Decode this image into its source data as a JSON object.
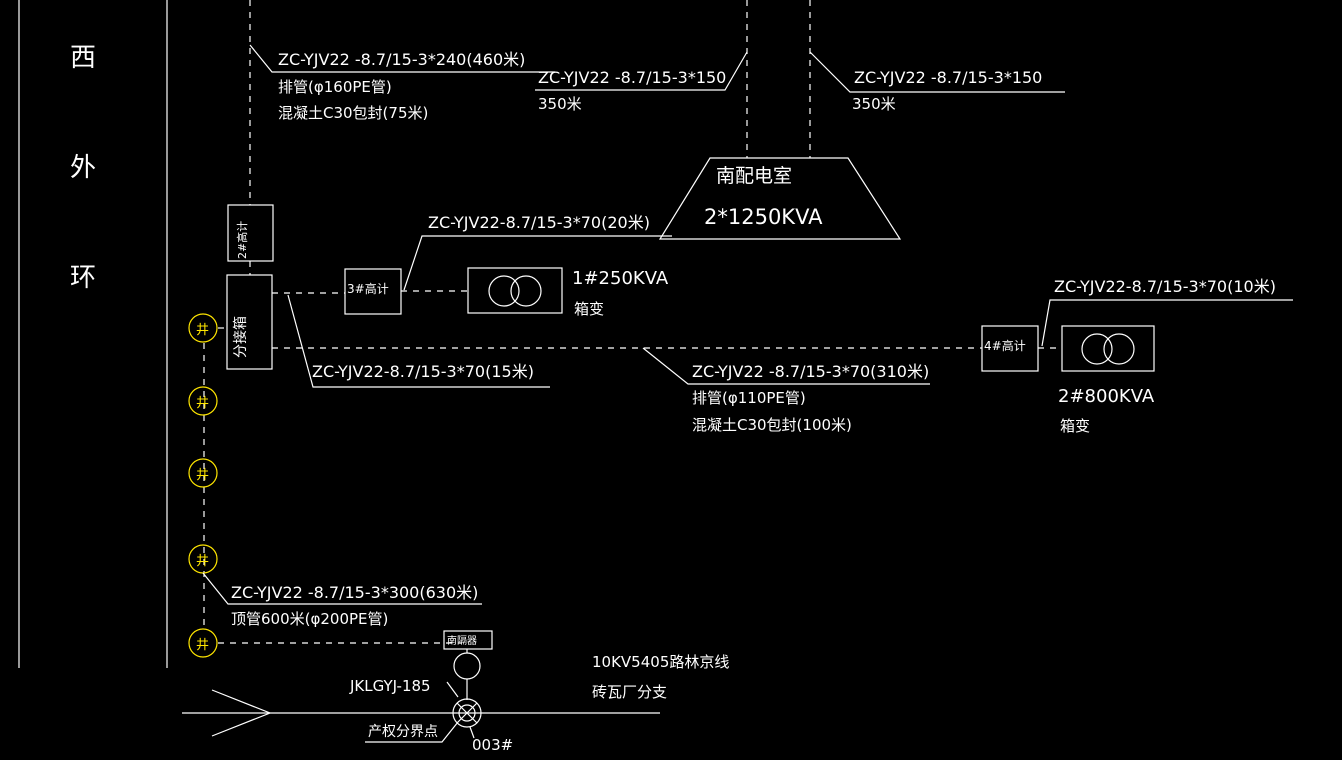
{
  "road": {
    "chars": [
      "西",
      "外",
      "环"
    ]
  },
  "cables": {
    "top_left": {
      "spec": "ZC-YJV22 -8.7/15-3*240(460米)",
      "duct": "排管(φ160PE管)",
      "encase": "混凝土C30包封(75米)"
    },
    "top_mid": {
      "spec": "ZC-YJV22 -8.7/15-3*150",
      "len": "350米"
    },
    "top_right": {
      "spec": "ZC-YJV22 -8.7/15-3*150",
      "len": "350米"
    },
    "to_meter3": {
      "spec": "ZC-YJV22-8.7/15-3*70(20米)"
    },
    "to_meter4": {
      "spec": "ZC-YJV22-8.7/15-3*70(10米)"
    },
    "branch": {
      "spec": "ZC-YJV22-8.7/15-3*70(15米)"
    },
    "main_run": {
      "spec": "ZC-YJV22 -8.7/15-3*70(310米)",
      "duct": "排管(φ110PE管)",
      "encase": "混凝土C30包封(100米)"
    },
    "bottom": {
      "spec": "ZC-YJV22 -8.7/15-3*300(630米)",
      "duct": "顶管600米(φ200PE管)"
    }
  },
  "substation": {
    "name": "南配电室",
    "capacity": "2*1250KVA"
  },
  "meters": {
    "m2": "2#高计",
    "m3": "3#高计",
    "m4": "4#高计"
  },
  "branch_box": {
    "label": "分接箱"
  },
  "transformers": {
    "t1": {
      "rating": "1#250KVA",
      "type": "箱变"
    },
    "t2": {
      "rating": "2#800KVA",
      "type": "箱变"
    }
  },
  "wells": {
    "label": "井"
  },
  "line": {
    "name": "10KV5405路林京线",
    "branch": "砖瓦厂分支",
    "conductor": "JKLGYJ-185",
    "boundary": "产权分界点",
    "pole": "003#",
    "arrester_tag": "南隔器"
  }
}
